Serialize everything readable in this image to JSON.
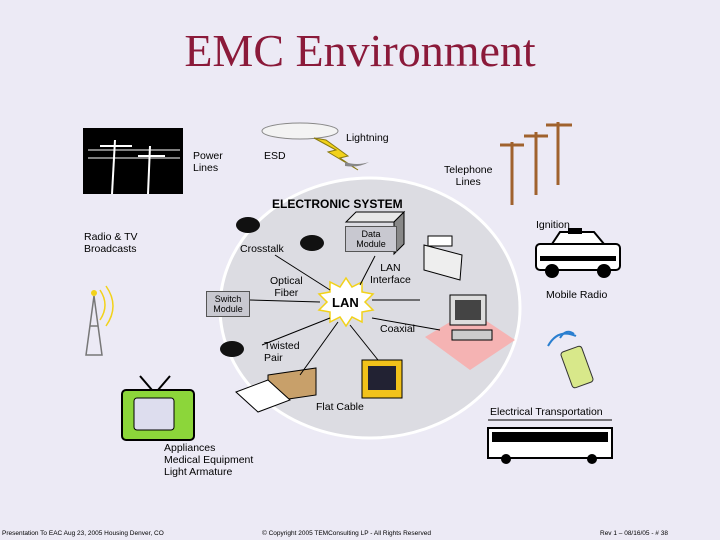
{
  "title": "EMC Environment",
  "labels": {
    "power_lines": "Power\nLines",
    "lightning": "Lightning",
    "esd": "ESD",
    "telephone_lines": "Telephone\nLines",
    "electronic_system": "ELECTRONIC SYSTEM",
    "radio_tv": "Radio & TV\nBroadcasts",
    "crosstalk": "Crosstalk",
    "data_module": "Data\nModule",
    "ignition": "Ignition",
    "lan_interface": "LAN\nInterface",
    "optical_fiber": "Optical\nFiber",
    "switch_module": "Switch\nModule",
    "lan": "LAN",
    "mobile_radio": "Mobile Radio",
    "coaxial": "Coaxial",
    "twisted_pair": "Twisted\nPair",
    "flat_cable": "Flat Cable",
    "electrical_transportation": "Electrical Transportation",
    "appliances": "Appliances\nMedical Equipment\nLight Armature"
  },
  "footer": {
    "left": "Presentation To EAC Aug 23, 2005 Housing Denver, CO",
    "center": "© Copyright 2005 TEMConsulting LP - All Rights Reserved",
    "right": "Rev 1 – 08/16/05 - # 38"
  },
  "colors": {
    "title": "#8B1A3A",
    "background": "#ECEAF5",
    "system_ellipse": "#DCDCE2",
    "telephone_pole": "#A0622D",
    "lightning": "#F2D21A"
  }
}
